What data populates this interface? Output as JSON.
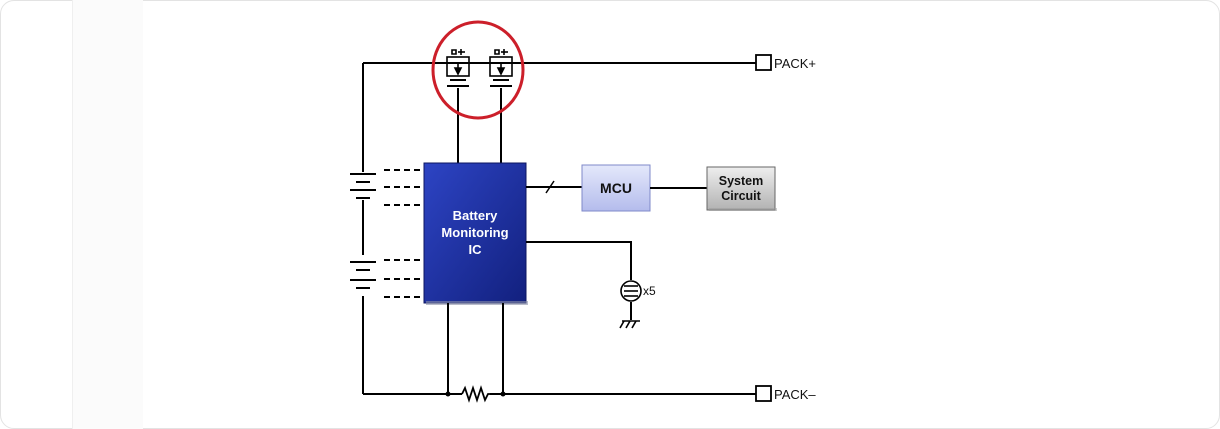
{
  "diagram": {
    "terminals": {
      "pack_plus": "PACK+",
      "pack_minus": "PACK–"
    },
    "blocks": {
      "bmic_line1": "Battery",
      "bmic_line2": "Monitoring",
      "bmic_line3": "IC",
      "mcu": "MCU",
      "system_line1": "System",
      "system_line2": "Circuit"
    },
    "thermistor_multiplier": "x5",
    "colors": {
      "bmic_fill": "#1a2fa0",
      "mcu_fill": "#c9cff2",
      "system_fill": "#c8c8c8",
      "highlight_circle": "#cc1f2a",
      "wire": "#000000"
    }
  }
}
